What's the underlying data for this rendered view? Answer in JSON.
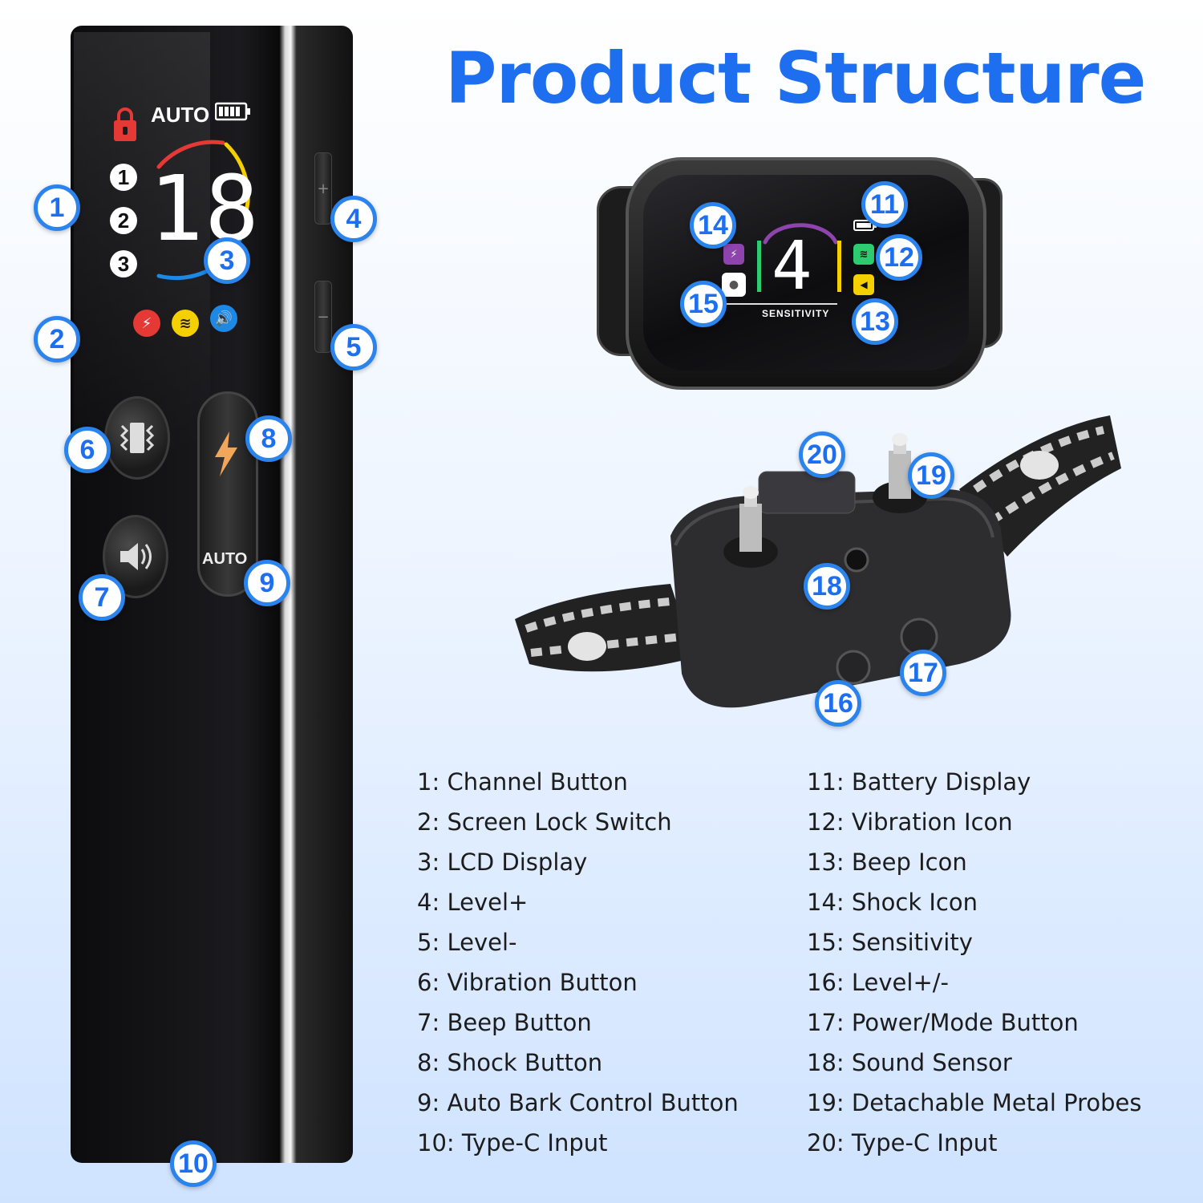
{
  "title": "Product Structure",
  "remote": {
    "auto_label": "AUTO",
    "lcd_number": "18",
    "channels": [
      "1",
      "2",
      "3"
    ],
    "auto_button_label": "AUTO",
    "plus_label": "+",
    "minus_label": "−"
  },
  "collar": {
    "display_number": "4",
    "sensitivity_label": "SENSITIVITY"
  },
  "callouts": [
    "1",
    "2",
    "3",
    "4",
    "5",
    "6",
    "7",
    "8",
    "9",
    "10",
    "11",
    "12",
    "13",
    "14",
    "15",
    "16",
    "17",
    "18",
    "19",
    "20"
  ],
  "legend": {
    "left": [
      {
        "num": "1:",
        "text": "Channel Button"
      },
      {
        "num": "2:",
        "text": "Screen Lock Switch"
      },
      {
        "num": "3:",
        "text": "LCD Display"
      },
      {
        "num": "4:",
        "text": "Level+"
      },
      {
        "num": "5:",
        "text": "Level-"
      },
      {
        "num": "6:",
        "text": "Vibration Button"
      },
      {
        "num": "7:",
        "text": "Beep Button"
      },
      {
        "num": "8:",
        "text": "Shock Button"
      },
      {
        "num": "9:",
        "text": "Auto Bark Control Button"
      },
      {
        "num": "10:",
        "text": "Type-C Input"
      }
    ],
    "right": [
      {
        "num": "11:",
        "text": "Battery Display"
      },
      {
        "num": "12:",
        "text": "Vibration Icon"
      },
      {
        "num": "13:",
        "text": "Beep Icon"
      },
      {
        "num": "14:",
        "text": "Shock Icon"
      },
      {
        "num": "15:",
        "text": "Sensitivity"
      },
      {
        "num": "16:",
        "text": "Level+/-"
      },
      {
        "num": "17:",
        "text": "Power/Mode Button"
      },
      {
        "num": "18:",
        "text": "Sound Sensor"
      },
      {
        "num": "19:",
        "text": "Detachable Metal Probes"
      },
      {
        "num": "20:",
        "text": "Type-C Input"
      }
    ]
  },
  "colors": {
    "accent": "#1e6ff0",
    "shock": "#e53935",
    "vibration": "#f5d000",
    "beep": "#1e88e5",
    "collar_shock": "#8e44ad",
    "collar_vibration": "#2ecc71"
  }
}
